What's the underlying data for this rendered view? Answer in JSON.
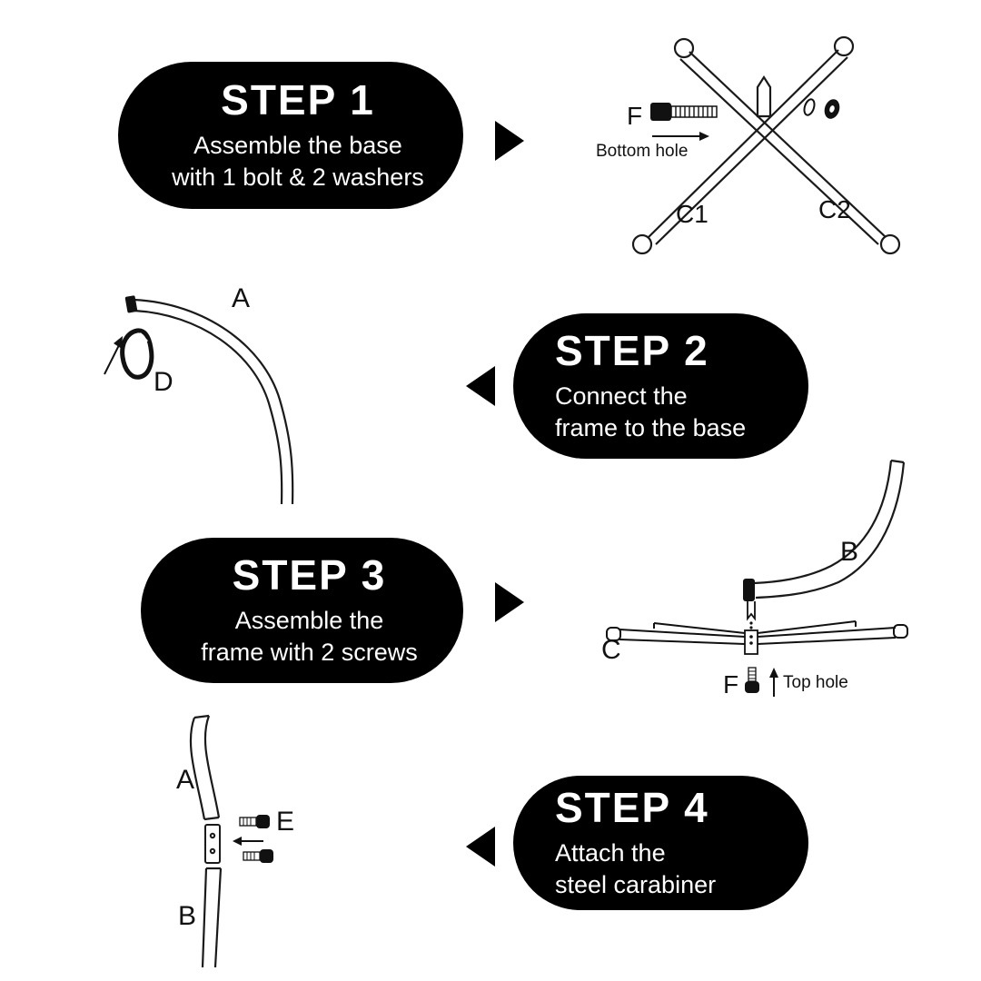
{
  "colors": {
    "badge_bg": "#000000",
    "badge_text": "#ffffff",
    "line": "#111111",
    "background": "#ffffff"
  },
  "steps": [
    {
      "title": "STEP 1",
      "desc1": "Assemble the base",
      "desc2": "with 1 bolt & 2 washers",
      "arrow_direction": "right",
      "labels": {
        "bolt": "F",
        "hole": "Bottom hole",
        "leg1": "C1",
        "leg2": "C2"
      }
    },
    {
      "title": "STEP 2",
      "desc1": "Connect the",
      "desc2": "frame to the base",
      "arrow_direction": "left",
      "labels": {
        "frame": "A",
        "carabiner": "D"
      }
    },
    {
      "title": "STEP 3",
      "desc1": "Assemble the",
      "desc2": "frame with 2 screws",
      "arrow_direction": "right",
      "labels": {
        "frame": "B",
        "base": "C",
        "screw": "F",
        "hole": "Top hole"
      }
    },
    {
      "title": "STEP 4",
      "desc1": "Attach the",
      "desc2": "steel carabiner",
      "arrow_direction": "left",
      "labels": {
        "upper": "A",
        "screws": "E",
        "lower": "B"
      }
    }
  ]
}
